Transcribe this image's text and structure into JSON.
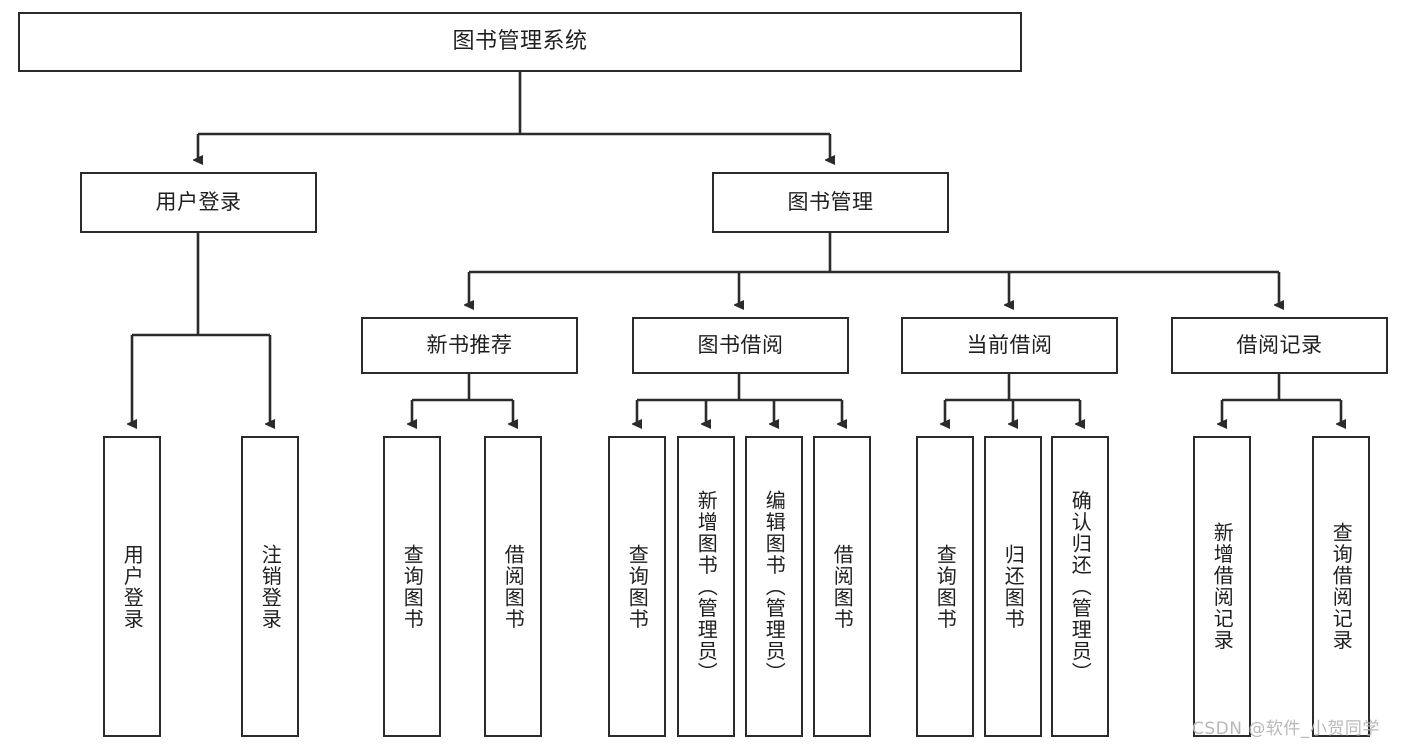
{
  "diagram": {
    "title": "图书管理系统",
    "type": "function-structure-tree",
    "orientation": "top-down",
    "background_color": "#ffffff",
    "stroke_color": "#2b2b2b",
    "text_color": "#1f1f1f"
  },
  "nodes": {
    "root": {
      "label": "图书管理系统"
    },
    "level2": [
      {
        "label": "用户登录"
      },
      {
        "label": "图书管理"
      }
    ],
    "level3": [
      {
        "label": "新书推荐"
      },
      {
        "label": "图书借阅"
      },
      {
        "label": "当前借阅"
      },
      {
        "label": "借阅记录"
      }
    ],
    "leaves": {
      "user_login": [
        {
          "label": "用户登录"
        },
        {
          "label": "注销登录"
        }
      ],
      "new_book_recommend": [
        {
          "label": "查询图书"
        },
        {
          "label": "借阅图书"
        }
      ],
      "book_borrow": [
        {
          "label": "查询图书"
        },
        {
          "label": "新增图书（管理员）"
        },
        {
          "label": "编辑图书（管理员）"
        },
        {
          "label": "借阅图书"
        }
      ],
      "current_borrow": [
        {
          "label": "查询图书"
        },
        {
          "label": "归还图书"
        },
        {
          "label": "确认归还（管理员）"
        }
      ],
      "borrow_record": [
        {
          "label": "新增借阅记录"
        },
        {
          "label": "查询借阅记录"
        }
      ]
    }
  },
  "watermark": {
    "text": "CSDN @软件_小贺同学"
  }
}
